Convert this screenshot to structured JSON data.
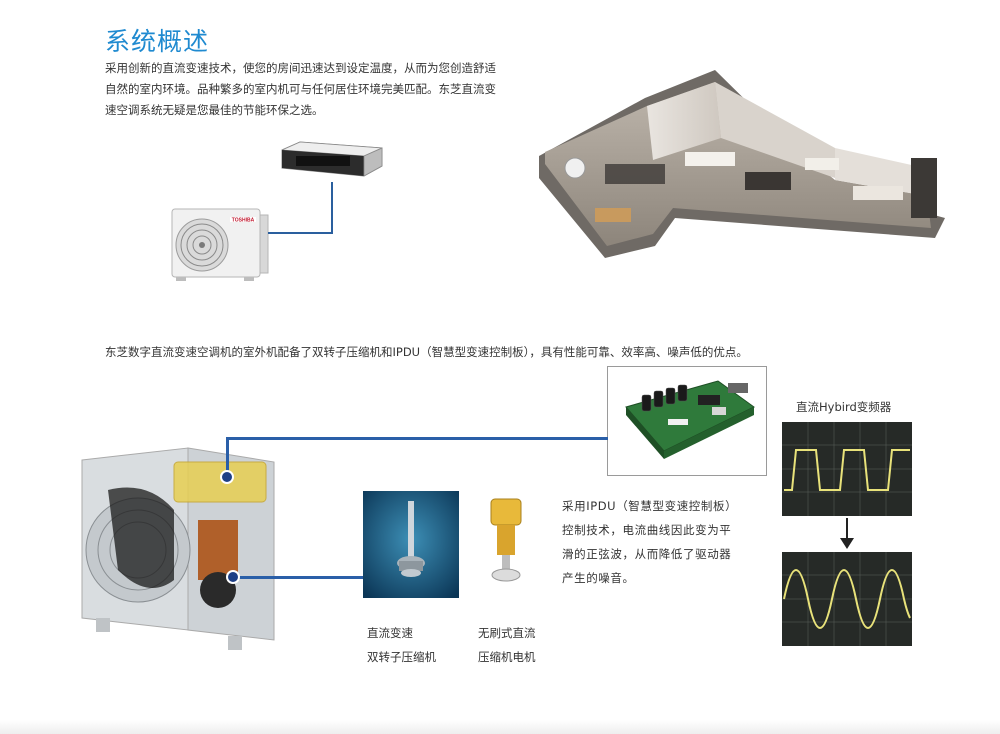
{
  "section": {
    "title": "系统概述",
    "intro": "采用创新的直流变速技术，使您的房间迅速达到设定温度，从而为您创造舒适自然的室内环境。品种繁多的室内机可与任何居住环境完美匹配。东芝直流变速空调系统无疑是您最佳的节能环保之选。"
  },
  "brand": {
    "logo_text": "TOSHIBA"
  },
  "technology": {
    "sentence": "东芝数字直流变速空调机的室外机配备了双转子压缩机和IPDU（智慧型变速控制板），具有性能可靠、效率高、噪声低的优点。",
    "compressor_caption_1": [
      "直流变速",
      "双转子压缩机"
    ],
    "compressor_caption_2": [
      "无刷式直流",
      "压缩机电机"
    ],
    "ipdu_description": "采用IPDU（智慧型变速控制板）控制技术，电流曲线因此变为平滑的正弦波，从而降低了驱动器产生的噪音。",
    "oscilloscope_label": "直流Hybird变频器"
  },
  "colors": {
    "title_blue": "#1f8ad0",
    "connector_blue": "#2a5fa8",
    "marker_navy": "#1d3f86",
    "scope_trace": "#e8e27a"
  },
  "icons": {
    "arrow": "arrow-down-icon"
  }
}
